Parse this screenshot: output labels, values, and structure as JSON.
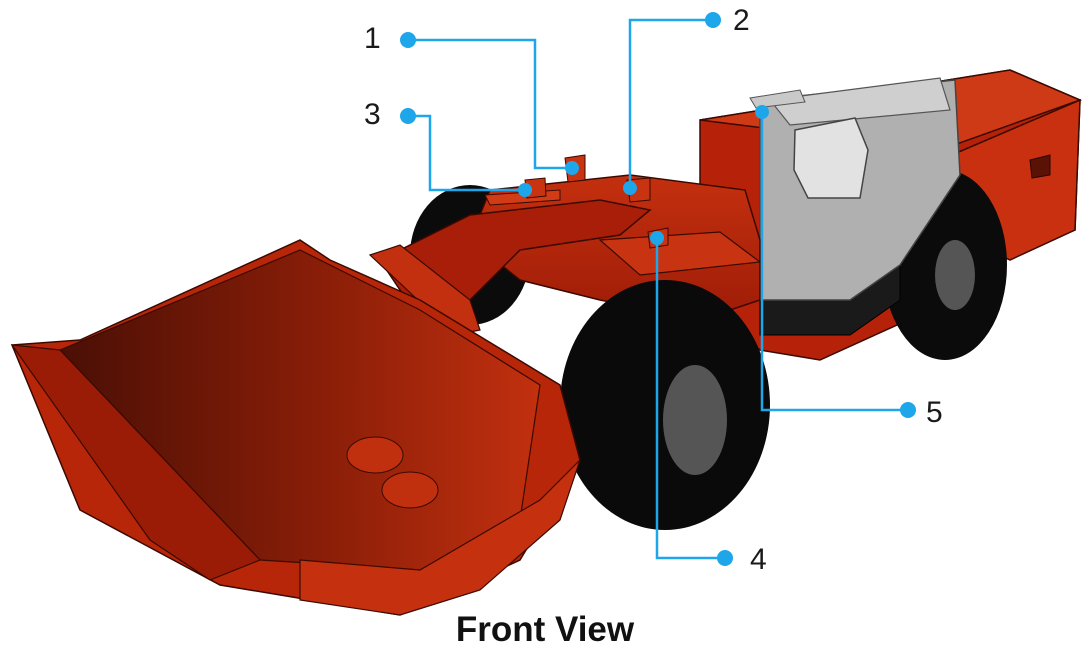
{
  "caption": "Front View",
  "callout_color": "#1ea6ea",
  "body_color": "#b4200a",
  "cab_color": "#b5b5b5",
  "tire_color": "#0a0a0a",
  "callouts": [
    {
      "label": "1"
    },
    {
      "label": "2"
    },
    {
      "label": "3"
    },
    {
      "label": "4"
    },
    {
      "label": "5"
    }
  ]
}
